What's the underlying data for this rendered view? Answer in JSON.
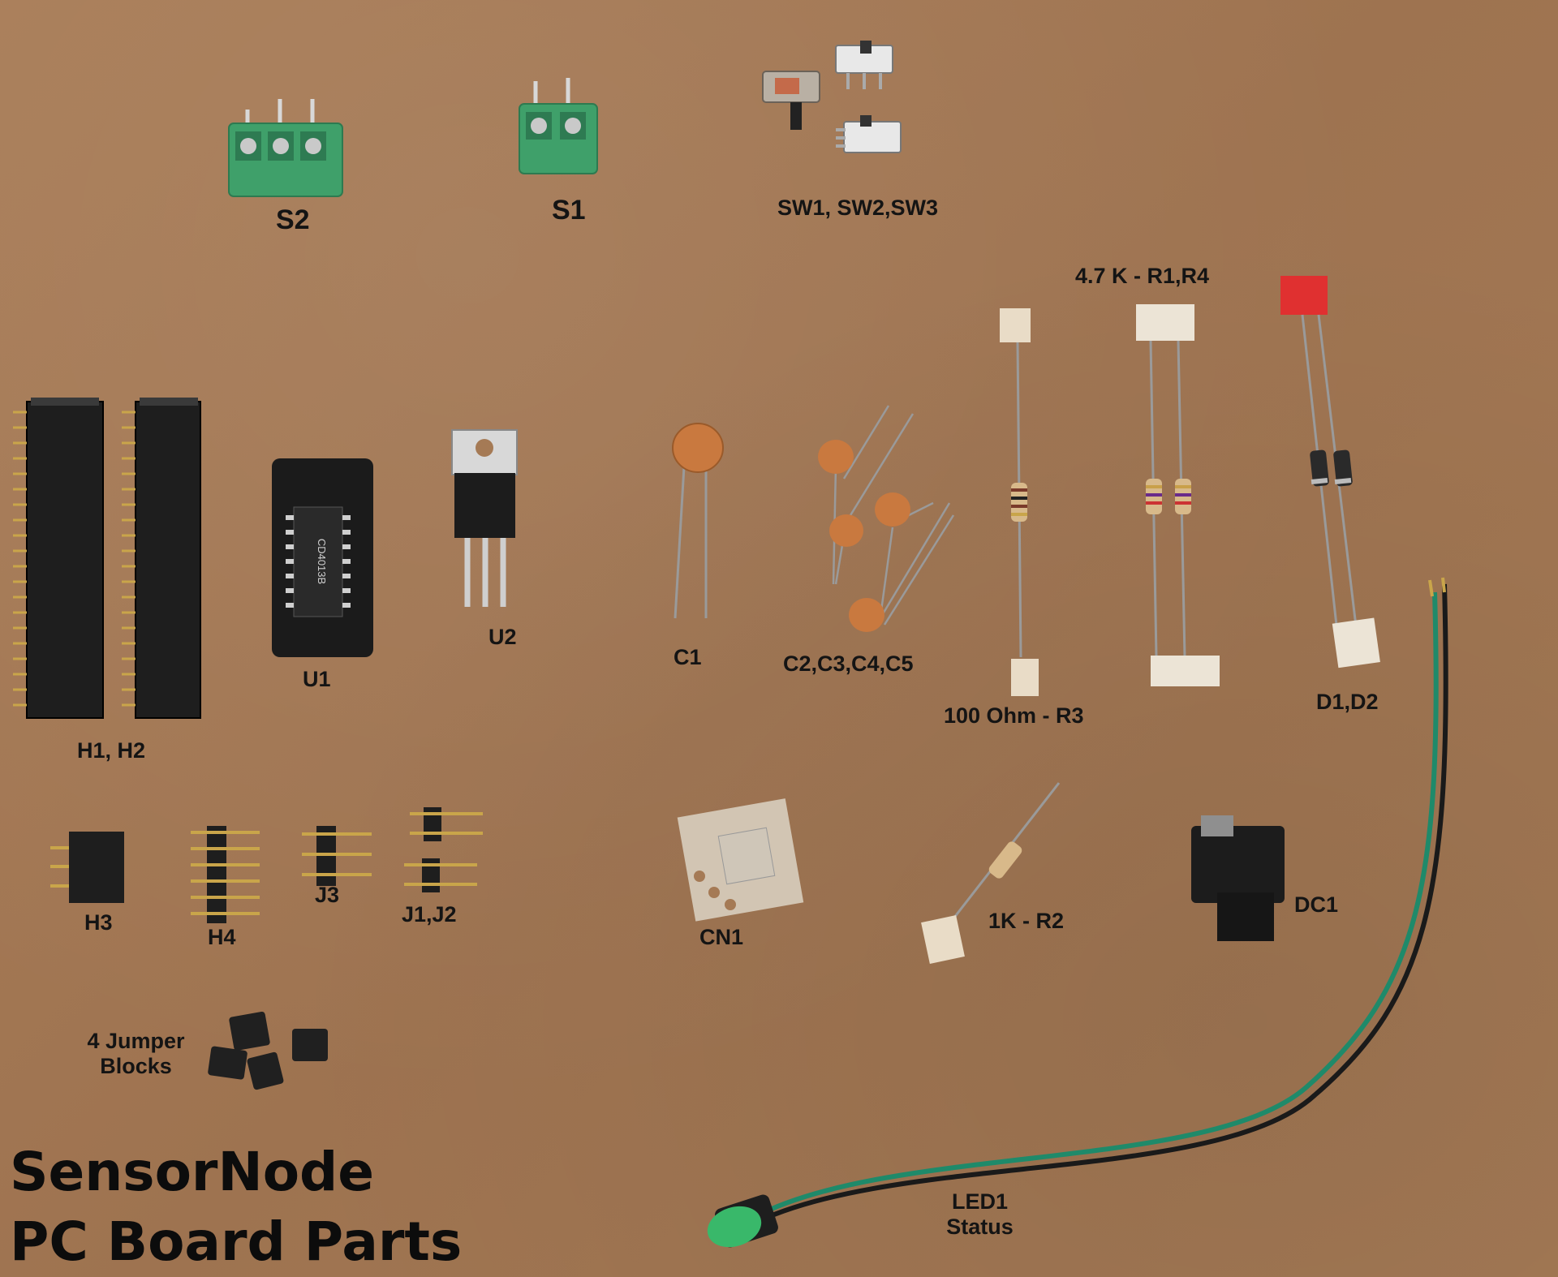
{
  "labels": {
    "s2": "S2",
    "s1": "S1",
    "sw": "SW1, SW2,SW3",
    "r1r4": "4.7 K - R1,R4",
    "h1h2": "H1, H2",
    "u1": "U1",
    "u2": "U2",
    "c1": "C1",
    "c2c5": "C2,C3,C4,C5",
    "r3": "100 Ohm - R3",
    "d1d2": "D1,D2",
    "h3": "H3",
    "h4": "H4",
    "j3": "J3",
    "j1j2": "J1,J2",
    "cn1": "CN1",
    "r2": "1K - R2",
    "dc1": "DC1",
    "jumper_line1": "4 Jumper",
    "jumper_line2": "Blocks",
    "led1_line1": "LED1",
    "led1_line2": "Status"
  },
  "title": {
    "line1": "SensorNode",
    "line2": "PC Board Parts"
  },
  "chip_marking": "CD4013B",
  "colors": {
    "background": "#a57a55",
    "terminal_green": "#3fa06a",
    "header_black": "#1e1e1e",
    "ceramic_cap": "#c9793f",
    "led_green": "#39b86a",
    "wire_green": "#1f8a6a",
    "diode_cap_red": "#e03030"
  }
}
